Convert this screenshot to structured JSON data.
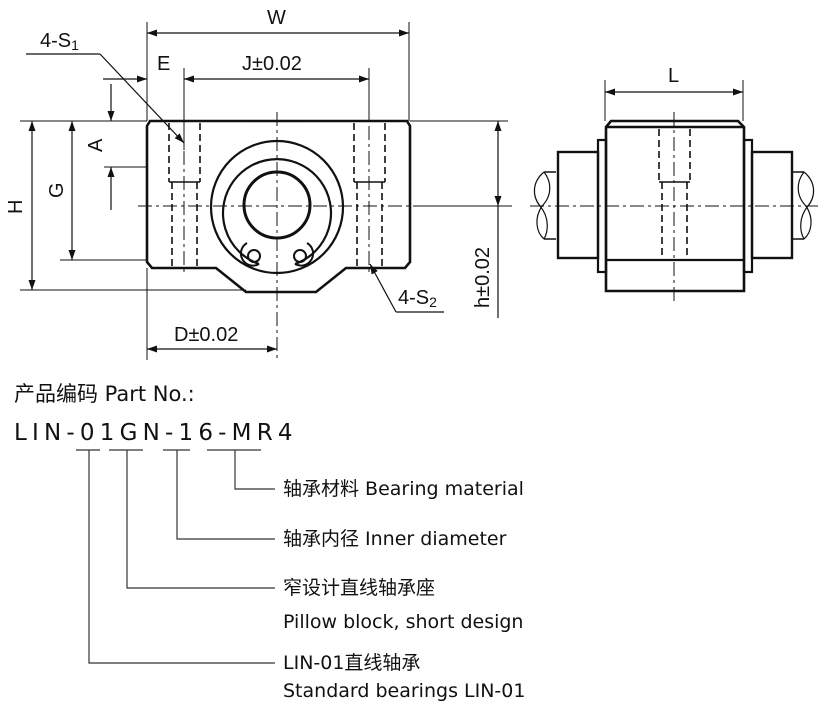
{
  "front_view": {
    "dim_width": "W",
    "dim_edge": "E",
    "dim_hole_pitch": "J±0.02",
    "dim_hole_top": "4-S1",
    "dim_hole_top_main": "4-S",
    "dim_hole_top_sub": "1",
    "dim_offset": "A",
    "dim_height_total": "H",
    "dim_height_g": "G",
    "dim_center_height": "h±0.02",
    "dim_half_width": "D±0.02",
    "dim_hole_bottom_main": "4-S",
    "dim_hole_bottom_sub": "2"
  },
  "side_view": {
    "dim_length": "L"
  },
  "part_number": {
    "title": "产品编码 Part No.:",
    "code": "LIN-01GN-16-MR4",
    "segments": [
      "01",
      "GN",
      "16",
      "MR4"
    ],
    "legend": [
      {
        "segment": "MR4",
        "zh": "轴承材料 Bearing material",
        "en": ""
      },
      {
        "segment": "16",
        "zh": "轴承内径 Inner diameter",
        "en": ""
      },
      {
        "segment": "GN",
        "zh": "窄设计直线轴承座",
        "en": "Pillow block, short design"
      },
      {
        "segment": "01",
        "zh": "LIN-01直线轴承",
        "en": "Standard bearings LIN-01"
      }
    ]
  },
  "colors": {
    "line": "#111111",
    "background": "#ffffff",
    "legend_line": "#444444"
  }
}
